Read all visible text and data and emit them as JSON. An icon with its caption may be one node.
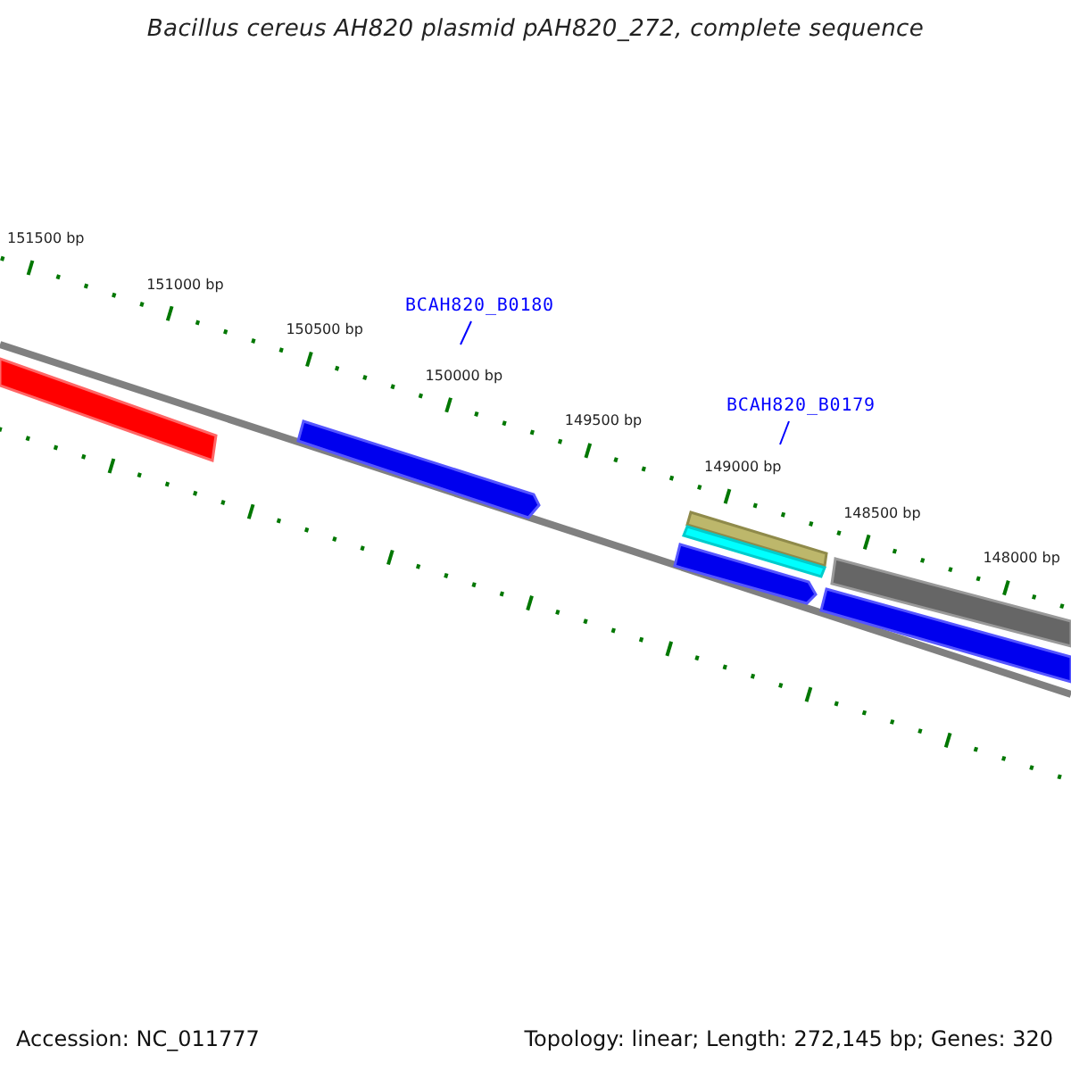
{
  "diagram": {
    "title": "Bacillus cereus AH820 plasmid pAH820_272, complete sequence",
    "nodes": [
      {
        "text": [
          "BCAH820_B0180"
        ]
      },
      {
        "text": [
          "BCAH820_B0179"
        ]
      }
    ],
    "edges": [
      {
        "from": 0,
        "to": null,
        "arrow": "none"
      },
      {
        "from": 1,
        "to": null,
        "arrow": "none"
      }
    ],
    "labels": [
      "151500 bp",
      "151000 bp",
      "150500 bp",
      "150000 bp",
      "149500 bp",
      "149000 bp",
      "148500 bp",
      "148000 bp",
      "Accession: NC_011777",
      "Topology: linear; Length: 272,145 bp; Genes: 320"
    ]
  }
}
